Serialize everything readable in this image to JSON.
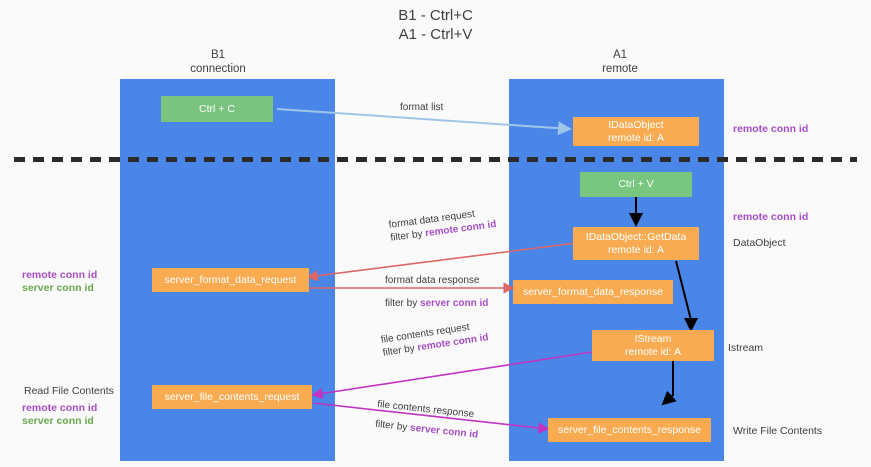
{
  "title": "B1 - Ctrl+C\nA1 - Ctrl+V",
  "columns": [
    {
      "name": "b1",
      "label": "B1\nconnection"
    },
    {
      "name": "a1",
      "label": "A1\nremote"
    }
  ],
  "colors": {
    "lane": "#4a86e8",
    "green_box": "#7ac47f",
    "orange_box": "#f9ab52",
    "remote_conn_id": "#a64dc4",
    "server_conn_id": "#6aa84f",
    "arrow_blue": "#9fc5e8",
    "arrow_red": "#e06666",
    "arrow_magenta": "#c233c2",
    "arrow_black": "#000000",
    "divider": "#2b2b2b"
  },
  "boxes": [
    {
      "name": "ctrl-c-box",
      "text": "Ctrl + C",
      "style": "green"
    },
    {
      "name": "idataobject-box",
      "text": "IDataObject\nremote id: A",
      "style": "orange"
    },
    {
      "name": "ctrl-v-box",
      "text": "Ctrl + V",
      "style": "green"
    },
    {
      "name": "idataobject-getdata-box",
      "text": "IDataObject::GetData\nremote id: A",
      "style": "orange"
    },
    {
      "name": "server-format-data-request-box",
      "text": "server_format_data_request",
      "style": "orange"
    },
    {
      "name": "server-format-data-response-box",
      "text": "server_format_data_response",
      "style": "orange"
    },
    {
      "name": "istream-box",
      "text": "IStream\nremote id: A",
      "style": "orange"
    },
    {
      "name": "server-file-contents-request-box",
      "text": "server_file_contents_request",
      "style": "orange"
    },
    {
      "name": "server-file-contents-response-box",
      "text": "server_file_contents_response",
      "style": "orange"
    }
  ],
  "edge_labels": {
    "format_list": "format list",
    "format_data_request": "format data request",
    "format_data_request_filter_prefix": "filter by ",
    "format_data_request_filter_value": "remote conn id",
    "format_data_response": "format data response",
    "format_data_response_filter_prefix": "filter by ",
    "format_data_response_filter_value": "server conn id",
    "file_contents_request": "file contents request",
    "file_contents_request_filter_prefix": "filter by ",
    "file_contents_request_filter_value": "remote conn id",
    "file_contents_response": "file contents response",
    "file_contents_response_filter_prefix": "filter by ",
    "file_contents_response_filter_value": "server conn id"
  },
  "right_labels": [
    {
      "name": "right-label-remote-conn-id-top",
      "text": "remote conn id",
      "style": "purple"
    },
    {
      "name": "right-label-remote-conn-id-mid",
      "text": "remote conn id",
      "style": "purple"
    },
    {
      "name": "right-label-dataobject",
      "text": "DataObject",
      "style": "plain"
    },
    {
      "name": "right-label-istream",
      "text": "Istream",
      "style": "plain"
    },
    {
      "name": "right-label-write-file-contents",
      "text": "Write File Contents",
      "style": "plain"
    }
  ],
  "left_labels": {
    "mid_remote": "remote conn id",
    "mid_server": "server conn id",
    "read_file_contents": "Read File Contents",
    "bottom_remote": "remote conn id",
    "bottom_server": "server conn id"
  }
}
